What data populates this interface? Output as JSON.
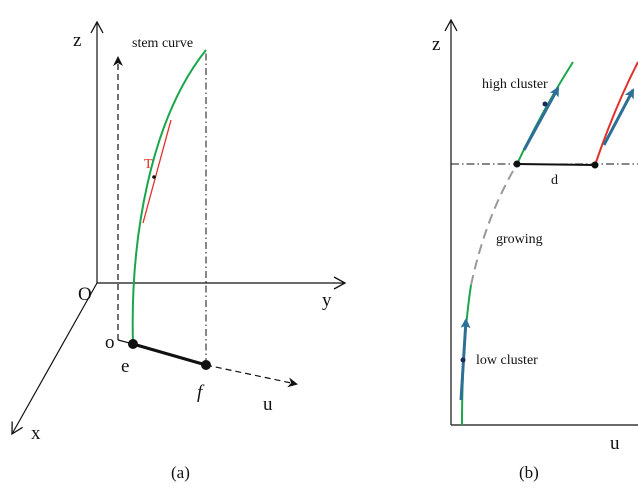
{
  "colors": {
    "axis": "#111111",
    "stem": "#1aa64a",
    "tangent": "#e0302a",
    "arrow": "#2e6f96",
    "dashed_growth": "#999999"
  },
  "panel_a": {
    "caption": "(a)",
    "labels": {
      "z": "z",
      "y": "y",
      "x": "x",
      "O": "O",
      "o": "o",
      "e": "e",
      "f": "f",
      "u": "u",
      "T": "T",
      "stem_curve": "stem curve"
    }
  },
  "panel_b": {
    "caption": "(b)",
    "labels": {
      "z": "z",
      "u": "u",
      "d": "d",
      "high_cluster": "high cluster",
      "growing": "growing",
      "low_cluster": "low cluster"
    }
  }
}
